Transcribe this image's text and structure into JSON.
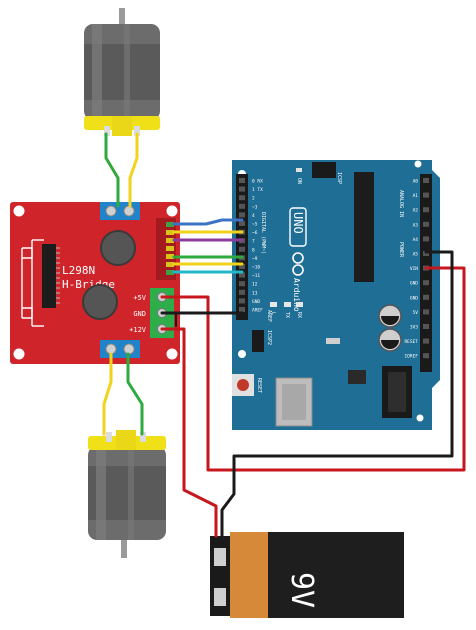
{
  "driver": {
    "model": "L298N",
    "type": "H-Bridge",
    "terminal_labels": [
      "+5V",
      "GND",
      "+12V"
    ],
    "color": "#d0242b"
  },
  "arduino": {
    "brand": "Arduino",
    "model": "UNO",
    "reset_label": "RESET",
    "icsp_label": "ICSP",
    "icsp2_label": "ICSP2",
    "on_label": "ON",
    "tx_label": "TX",
    "rx_label": "RX",
    "l_label": "L",
    "aref_label": "AREF",
    "power_header_label": "POWER",
    "analog_header_label": "ANALOG IN",
    "digital_header_label": "DIGITAL (PWM~)",
    "digital_pins": [
      "0 RX",
      "1 TX",
      "2",
      "~3",
      "4",
      "~5",
      "~6",
      "7",
      "8",
      "~9",
      "~10",
      "~11",
      "12",
      "13",
      "GND",
      "AREF"
    ],
    "power_pins": [
      "IOREF",
      "RESET",
      "3V3",
      "5V",
      "GND",
      "GND",
      "VIN"
    ],
    "analog_pins": [
      "A0",
      "A1",
      "A2",
      "A3",
      "A4",
      "A5"
    ],
    "color": "#1f6e95"
  },
  "battery": {
    "label": "9V"
  },
  "wire_colors": {
    "red": "#c8161d",
    "black": "#1a1a1a",
    "green": "#2eaa3e",
    "yellow": "#f2d31c",
    "blue": "#3d73c4",
    "purple": "#8b3c9e",
    "cyan": "#22b8c8"
  }
}
